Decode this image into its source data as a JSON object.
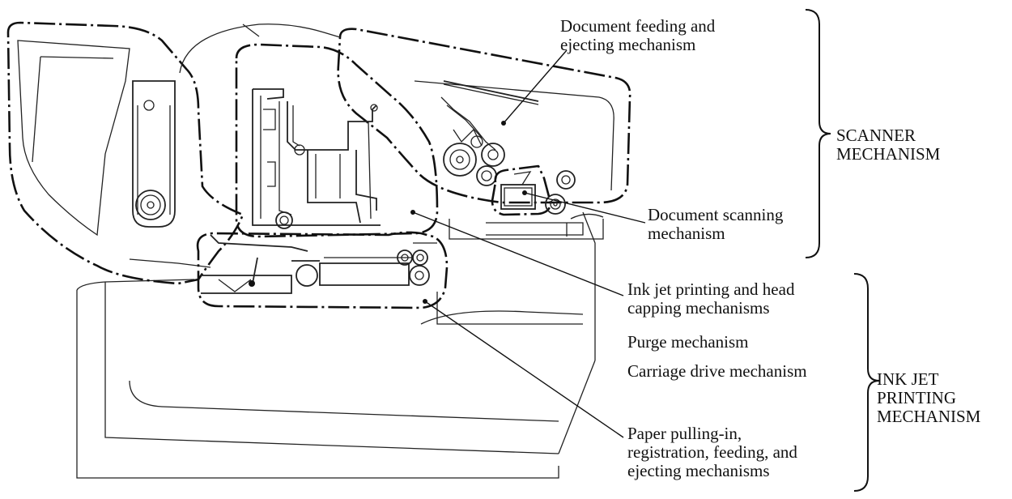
{
  "labels": {
    "doc_feed": "Document feeding and\nejecting mechanism",
    "doc_scan": "Document scanning\nmechanism",
    "ink_jet": "Ink jet printing and head\ncapping mechanisms",
    "purge": "Purge mechanism",
    "carriage": "Carriage drive mechanism",
    "paper": "Paper pulling-in,\nregistration, feeding, and\nejecting mechanisms",
    "scanner_group": "SCANNER\nMECHANISM",
    "inkjet_group": "INK JET\nPRINTING\nMECHANISM"
  }
}
